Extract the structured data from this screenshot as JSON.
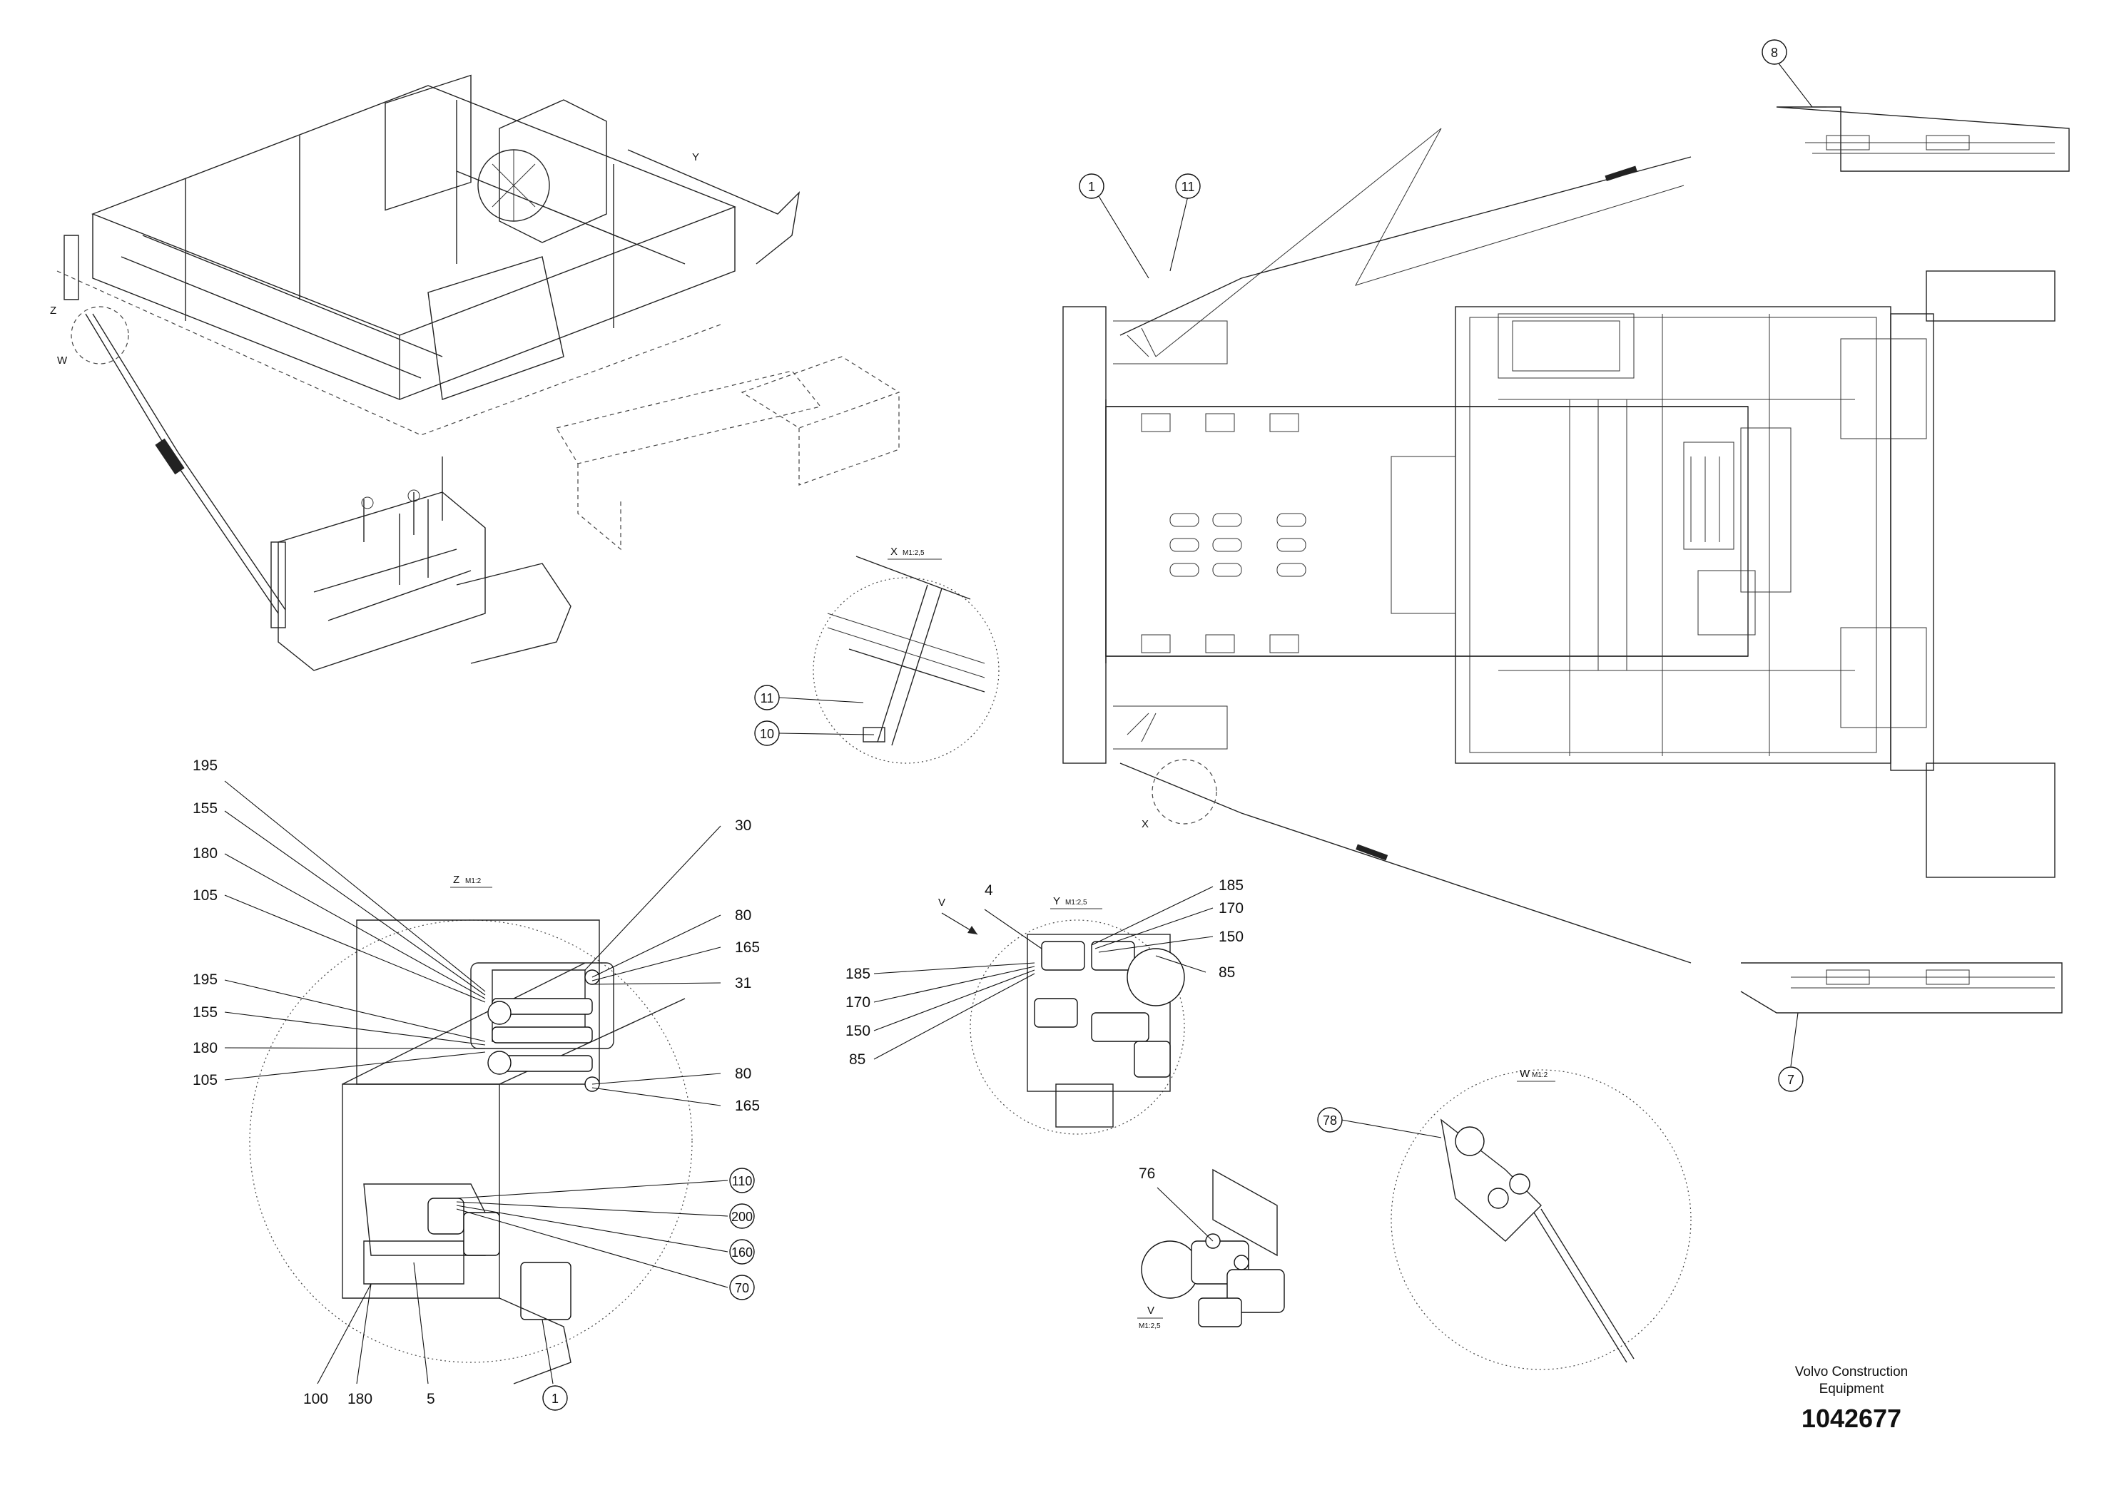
{
  "diagram": {
    "view_labels": {
      "z": "Z",
      "z_scale": "M1:2",
      "x": "X",
      "x_scale": "M1:2,5",
      "y": "Y",
      "y_scale": "M1:2,5",
      "w": "W",
      "w_scale": "M1:2",
      "v": "V",
      "v_scale": "M1:2,5"
    },
    "view_markers": {
      "z": "Z",
      "w": "W",
      "y": "Y",
      "x": "X",
      "v": "V"
    },
    "callouts_plain": {
      "c195a": "195",
      "c155a": "155",
      "c180a": "180",
      "c105a": "105",
      "c195b": "195",
      "c155b": "155",
      "c180b": "180",
      "c105b": "105",
      "c30": "30",
      "c80a": "80",
      "c165a": "165",
      "c31": "31",
      "c80b": "80",
      "c165b": "165",
      "c100": "100",
      "c180c": "180",
      "c5": "5",
      "c4": "4",
      "c185a": "185",
      "c170a": "170",
      "c150a": "150",
      "c85a": "85",
      "c185b": "185",
      "c170b": "170",
      "c150b": "150",
      "c85b": "85",
      "c76": "76"
    },
    "callouts_circled": {
      "c8": "8",
      "c1a": "1",
      "c11a": "11",
      "c7": "7",
      "c11b": "11",
      "c10": "10",
      "c78": "78",
      "c110": "110",
      "c200": "200",
      "c160": "160",
      "c70": "70",
      "c1b": "1"
    }
  },
  "footer": {
    "manufacturer_line1": "Volvo Construction",
    "manufacturer_line2": "Equipment",
    "drawing_number": "1042677"
  }
}
